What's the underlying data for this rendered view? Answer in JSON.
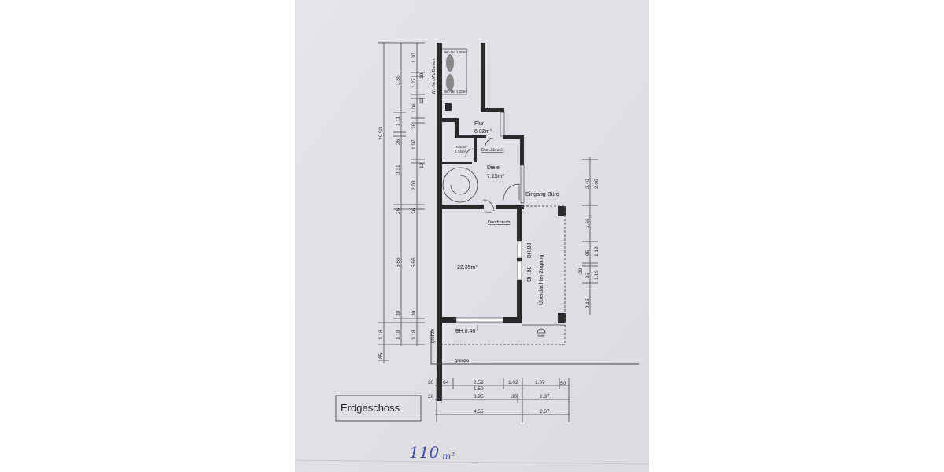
{
  "plan": {
    "title": "Erdgeschoss",
    "handwritten_area": "110",
    "handwritten_unit": "m²",
    "rooms": {
      "wc_label_vertical": "Wc-Herr/Wc-Damen",
      "wc_top": "Wc-Da 1,30m²",
      "wc_bottom": "Wc-He 1,28m²",
      "flur": "Flur",
      "flur_area": "6.02m²",
      "durchbruch_1": "Durchbruch",
      "kueche": "Küche",
      "kueche_area": "2.74m²",
      "diele": "Diele",
      "diele_area": "7.15m²",
      "eingang": "Eingang-Büro",
      "stufe_1": "Stufe",
      "durchbruch_2": "Durchbruch",
      "main_area": "22.35m²",
      "bh_1": "BH.88",
      "bh_2": "BH.88",
      "zugang": "Überdachter Zugang",
      "bh_sill": "BH.0.46",
      "stufe_2": "Stufe",
      "grenze_vertical": "grenze",
      "grenze_horizontal": "grenze"
    },
    "dims_left": {
      "total": "19.50",
      "c1_a": "1.18",
      "c1_b": "85",
      "c2": [
        "3.55",
        "1.11",
        "26",
        "3.31",
        "26",
        "5.66",
        "30",
        "1.18"
      ],
      "c3": [
        "1.30",
        "10",
        "1.27",
        "12",
        "1.06",
        "26",
        "1.97",
        "12",
        "2.03",
        "26",
        "5.66",
        "30",
        "1.18"
      ]
    },
    "dims_right": {
      "a": [
        "2.40",
        "1.66",
        "95",
        "95",
        "2.15"
      ],
      "b": [
        "2.08",
        "1.19",
        "1.19"
      ],
      "mid": "29"
    },
    "dims_bottom": {
      "row1": [
        "30",
        "64",
        "2.59",
        "1.02",
        "1.87",
        "50"
      ],
      "row1_sub": "1.50",
      "row2": [
        "30",
        "3.95",
        "30",
        "2.37"
      ],
      "row3": [
        "4.55",
        "2.37"
      ]
    }
  }
}
